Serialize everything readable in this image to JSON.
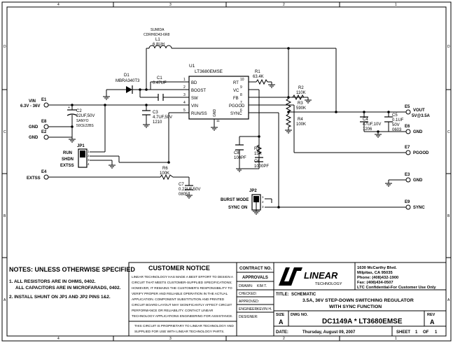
{
  "sheet": {
    "grid_cols": [
      "4",
      "3",
      "2",
      "1"
    ],
    "grid_rows": [
      "D",
      "C",
      "B",
      "A"
    ]
  },
  "ic": {
    "ref": "U1",
    "part": "LT3680EMSE",
    "gnd_label": "GND",
    "pins_left": [
      {
        "num": "1",
        "name": "BD"
      },
      {
        "num": "2",
        "name": "BOOST"
      },
      {
        "num": "3",
        "name": "SW"
      },
      {
        "num": "4",
        "name": "VIN"
      },
      {
        "num": "5",
        "name": "RUN/SS"
      }
    ],
    "pins_right": [
      {
        "num": "10",
        "name": "RT"
      },
      {
        "num": "9",
        "name": "VC"
      },
      {
        "num": "8",
        "name": "FB"
      },
      {
        "num": "7",
        "name": "PGOOD"
      },
      {
        "num": "6",
        "name": "SYNC"
      }
    ],
    "pad_num": "11"
  },
  "components": {
    "l1": {
      "vendor": "SUMIDA",
      "model": "CDRH6D43-6R8",
      "ref": "L1",
      "value": "6.8UH"
    },
    "d1": {
      "ref": "D1",
      "value": "MBRA340T3"
    },
    "c1": {
      "ref": "C1",
      "value": "0.47UF"
    },
    "c2": {
      "ref": "C2",
      "value": "22UF,50V",
      "vendor": "SANYO",
      "model": "50CE22BS"
    },
    "c3": {
      "ref": "C3",
      "value": "4.7UF,50V",
      "pkg": "1210"
    },
    "r1": {
      "ref": "R1",
      "value": "63.4K"
    },
    "r2": {
      "ref": "R2",
      "value": "110K"
    },
    "r3": {
      "ref": "R3",
      "value": "590K"
    },
    "r4": {
      "ref": "R4",
      "value": "100K"
    },
    "c4": {
      "ref": "C4",
      "value": "47UF,10V",
      "pkg": "1206"
    },
    "c5": {
      "ref": "C5",
      "value": "0.1UF",
      "volt": "50V",
      "pkg": "0603"
    },
    "c8": {
      "ref": "C8",
      "value": "100PF"
    },
    "r5": {
      "ref": "R5",
      "value": "15K"
    },
    "c6": {
      "ref": "C6",
      "value": "1000PF"
    },
    "r6": {
      "ref": "R6",
      "value": "100K"
    },
    "c7": {
      "ref": "C7",
      "value": "0.22UF,50V",
      "pkg": "0805"
    },
    "jp1": {
      "ref": "JP1",
      "labels": [
        "RUN",
        "SHDN",
        "EXTSS"
      ],
      "pins": [
        "1",
        "2",
        "3",
        "4"
      ]
    },
    "jp2": {
      "ref": "JP2",
      "labels": [
        "BURST MODE",
        "SYNC ON"
      ],
      "pins": [
        "1",
        "2",
        "3"
      ]
    }
  },
  "terminals": {
    "e1": {
      "ref": "E1",
      "label": "VIN",
      "sub": "6.3V - 36V"
    },
    "e8": {
      "ref": "E8",
      "label": "GND"
    },
    "e2": {
      "ref": "E2",
      "label": "GND"
    },
    "e4": {
      "ref": "E4",
      "label": "EXTSS"
    },
    "e5": {
      "ref": "E5",
      "label": "VOUT",
      "sub": "5V@3.5A"
    },
    "e6": {
      "ref": "E6",
      "label": "GND"
    },
    "e7": {
      "ref": "E7",
      "label": "PGOOD"
    },
    "e3": {
      "ref": "E3",
      "label": "GND"
    },
    "e9": {
      "ref": "E9",
      "label": "SYNC"
    }
  },
  "notes": {
    "heading": "NOTES:  UNLESS OTHERWISE SPECIFIED",
    "line1a": "1.  ALL RESISTORS ARE IN OHMS, 0402.",
    "line1b": "ALL CAPACITORS ARE IN MICROFARADS, 0402.",
    "line2": "2.  INSTALL SHUNT ON JP1 AND JP2 PINS 1&2."
  },
  "customer_notice": {
    "heading": "CUSTOMER NOTICE",
    "lines": [
      "LINEAR TECHNOLOGY HAS MADE A BEST EFFORT TO DESIGN A",
      "CIRCUIT THAT MEETS CUSTOMER-SUPPLIED SPECIFICATIONS;",
      "HOWEVER, IT REMAINS THE CUSTOMER'S RESPONSIBILITY TO",
      "VERIFY PROPER AND RELIABLE OPERATION IN THE ACTUAL",
      "APPLICATION.  COMPONENT SUBSTITUTION AND PRINTED",
      "CIRCUIT BOARD LAYOUT MAY SIGNIFICANTLY AFFECT CIRCUIT",
      "PERFORMANCE OR RELIABILITY.  CONTACT LINEAR",
      "TECHNOLOGY APPLICATIONS ENGINEERING FOR ASSISTANCE."
    ],
    "footer1": "THIS CIRCUIT IS PROPRIETARY TO LINEAR TECHNOLOGY AND",
    "footer2": "SUPPLIED FOR USE WITH LINEAR TECHNOLOGY PARTS."
  },
  "title_block": {
    "contract_no": "CONTRACT NO.",
    "approvals": "APPROVALS",
    "drawn_label": "DRAWN:",
    "drawn_value": "KIM T.",
    "checked_label": "CHECKED:",
    "approved_label": "APPROVED:",
    "engineer_label": "ENGINEER:",
    "engineer_value": "KEVIN H.",
    "designer_label": "DESIGNER:",
    "logo_text": "LINEAR",
    "logo_sub": "TECHNOLOGY",
    "address": [
      "1630 McCarthy Blvd.",
      "Milpitas, CA 95035",
      "Phone: (408)432-1900",
      "Fax: (408)434-0507"
    ],
    "confidential": "LTC Confidential-For Customer Use Only",
    "title_label": "TITLE:",
    "title_kind": "SCHEMATIC",
    "title_line1": "3.5A, 36V STEP-DOWN SWITCHING REGULATOR",
    "title_line2": "WITH SYNC FUNCTION",
    "size_label": "SIZE",
    "size_value": "A",
    "dwg_label": "DWG NO.",
    "dwg_value": "DC1149A * LT3680EMSE",
    "rev_label": "REV",
    "rev_value": "A",
    "date_label": "DATE:",
    "date_value": "Thursday, August 09, 2007",
    "sheet_label": "SHEET",
    "sheet_num": "1",
    "sheet_of": "OF",
    "sheet_total": "1"
  }
}
